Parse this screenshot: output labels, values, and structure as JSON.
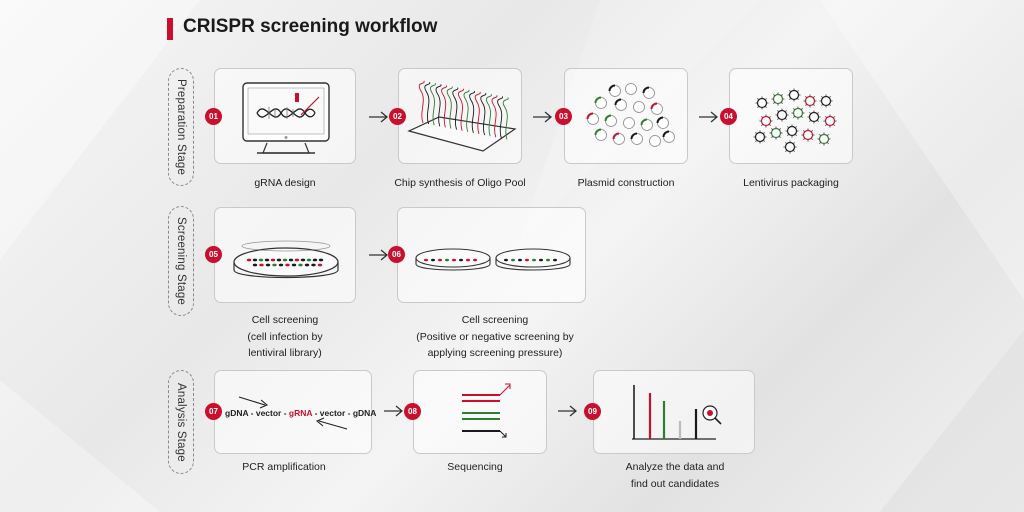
{
  "title": "CRISPR screening workflow",
  "colors": {
    "accent": "#c8102e",
    "green": "#2e7d32",
    "dark": "#1a1a1a"
  },
  "stages": [
    {
      "label": "Preparation Stage"
    },
    {
      "label": "Screening Stage"
    },
    {
      "label": "Analysis Stage"
    }
  ],
  "steps": [
    {
      "number": "01",
      "caption_lines": [
        "gRNA design"
      ],
      "icon": "computer-dna-icon"
    },
    {
      "number": "02",
      "caption_lines": [
        "Chip synthesis of Oligo Pool"
      ],
      "icon": "oligo-chip-icon"
    },
    {
      "number": "03",
      "caption_lines": [
        "Plasmid construction"
      ],
      "icon": "plasmid-circles-icon"
    },
    {
      "number": "04",
      "caption_lines": [
        "Lentivirus packaging"
      ],
      "icon": "virus-particles-icon"
    },
    {
      "number": "05",
      "caption_lines": [
        "Cell screening",
        "(cell infection by",
        "lentiviral library)"
      ],
      "icon": "petri-dish-icon"
    },
    {
      "number": "06",
      "caption_lines": [
        "Cell screening",
        "(Positive or negative screening by",
        "applying screening pressure)"
      ],
      "icon": "two-petri-dishes-icon"
    },
    {
      "number": "07",
      "caption_lines": [
        "PCR amplification"
      ],
      "icon": "pcr-primers-icon",
      "gene_parts": [
        "gDNA - vector - ",
        "gRNA",
        " - vector - gDNA"
      ]
    },
    {
      "number": "08",
      "caption_lines": [
        "Sequencing"
      ],
      "icon": "sequencing-lines-icon"
    },
    {
      "number": "09",
      "caption_lines": [
        "Analyze the data and",
        "find out candidates"
      ],
      "icon": "bar-chart-magnifier-icon"
    }
  ]
}
